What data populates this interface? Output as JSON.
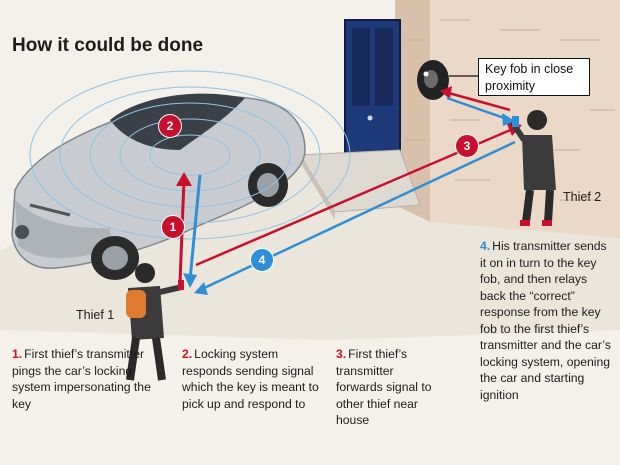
{
  "title": "How it could be done",
  "callout": "Key fob in close proximity",
  "thief1": "Thief 1",
  "thief2": "Thief 2",
  "badges": [
    "1",
    "2",
    "3",
    "4"
  ],
  "steps": [
    {
      "num": "1.",
      "text": "First thief’s transmitter pings the car’s locking system impersonating the key"
    },
    {
      "num": "2.",
      "text": "Locking system responds sending signal which the key is meant to pick up and respond to"
    },
    {
      "num": "3.",
      "text": "First thief’s transmitter forwards signal to other thief near house"
    },
    {
      "num": "4.",
      "text": "His transmitter sends it on in turn to the key fob, and then relays back the “correct” response from the key fob to the first thief’s transmitter and the car’s locking system, opening the car and starting ignition"
    }
  ],
  "colors": {
    "red": "#c8102e",
    "blue": "#2f8fd6",
    "door": "#1f3a7a",
    "wall": "#ecd8c6",
    "car": "#c8ccd0",
    "backpack": "#e07a2e"
  }
}
